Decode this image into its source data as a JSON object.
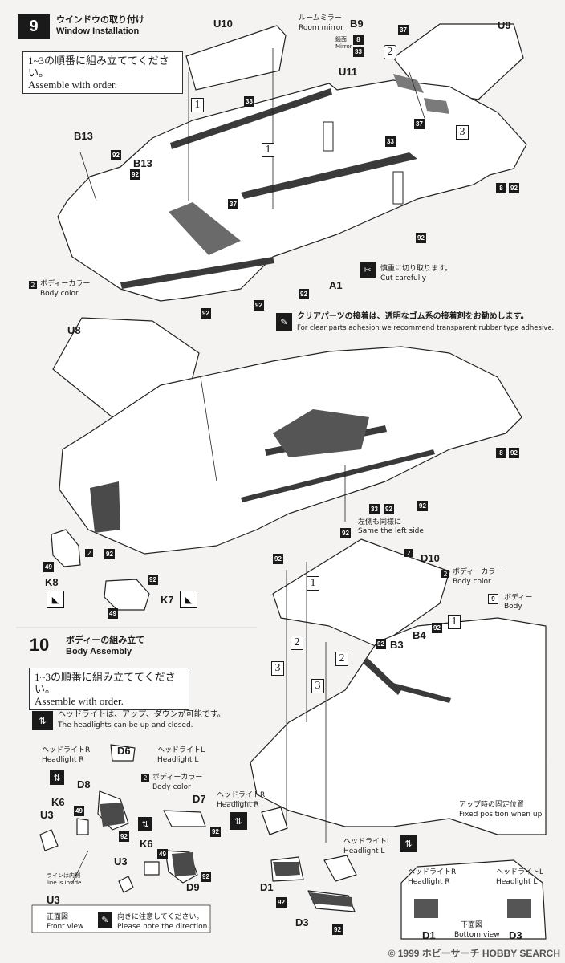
{
  "step9": {
    "number": "9",
    "title_jp": "ウインドウの取り付け",
    "title_en": "Window Installation",
    "order_jp": "1~3の順番に組み立ててください。",
    "order_en": "Assemble with order.",
    "room_mirror_jp": "ルームミラー",
    "room_mirror_en": "Room mirror",
    "mirror_jp": "鏡面",
    "mirror_en": "Mirror",
    "body_color_jp": "ボディーカラー",
    "body_color_en": "Body color",
    "cut_jp": "慎重に切り取ります。",
    "cut_en": "Cut carefully",
    "adhesive_jp": "クリアパーツの接着は、透明なゴム系の接着剤をお勧めします。",
    "adhesive_en": "For clear parts adhesion we recommend transparent rubber type adhesive.",
    "same_left_jp": "左側も同様に",
    "same_left_en": "Same the left side",
    "parts": [
      "U10",
      "B9",
      "U9",
      "U11",
      "B13",
      "B13",
      "A1",
      "U8",
      "K8",
      "K7"
    ],
    "paint": [
      "33",
      "37",
      "92",
      "8",
      "2",
      "49"
    ],
    "steps": [
      "1",
      "2",
      "3"
    ]
  },
  "step10": {
    "number": "10",
    "title_jp": "ボディーの組み立て",
    "title_en": "Body Assembly",
    "order_jp": "1~3の順番に組み立ててください。",
    "order_en": "Assemble with order.",
    "headlight_note_jp": "ヘッドライトは、アップ、ダウンが可能です。",
    "headlight_note_en": "The headlights can be up and closed.",
    "headlight_r_jp": "ヘッドライトR",
    "headlight_r_en": "Headlight R",
    "headlight_l_jp": "ヘッドライトL",
    "headlight_l_en": "Headlight L",
    "body_color_jp": "ボディーカラー",
    "body_color_en": "Body color",
    "body_jp": "ボディー",
    "body_en": "Body",
    "line_inside_jp": "ラインは内側",
    "line_inside_en": "line is inside",
    "front_view_jp": "正面図",
    "front_view_en": "Front view",
    "direction_jp": "向きに注意してください。",
    "direction_en": "Please note the direction.",
    "fixed_pos_jp": "アップ時の固定位置",
    "fixed_pos_en": "Fixed position when up",
    "bottom_view_jp": "下面図",
    "bottom_view_en": "Bottom view",
    "parts": [
      "D10",
      "B3",
      "B4",
      "D6",
      "D8",
      "K6",
      "U3",
      "D7",
      "K6",
      "U3",
      "D9",
      "U3",
      "D1",
      "D3",
      "D1",
      "D3"
    ]
  },
  "watermark": "© 1999 ホビーサーチ HOBBY SEARCH"
}
